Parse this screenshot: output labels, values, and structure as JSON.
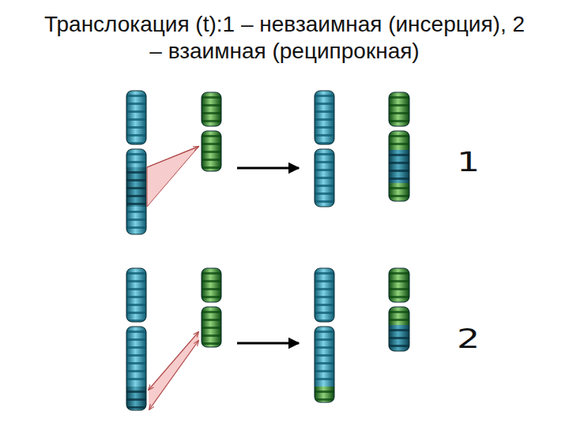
{
  "diagram": {
    "title": "Транслокация (t):1 – невзаимная (инсерция), 2 – взаимная (реципрокная)",
    "labels": [
      "1",
      "2"
    ]
  }
}
